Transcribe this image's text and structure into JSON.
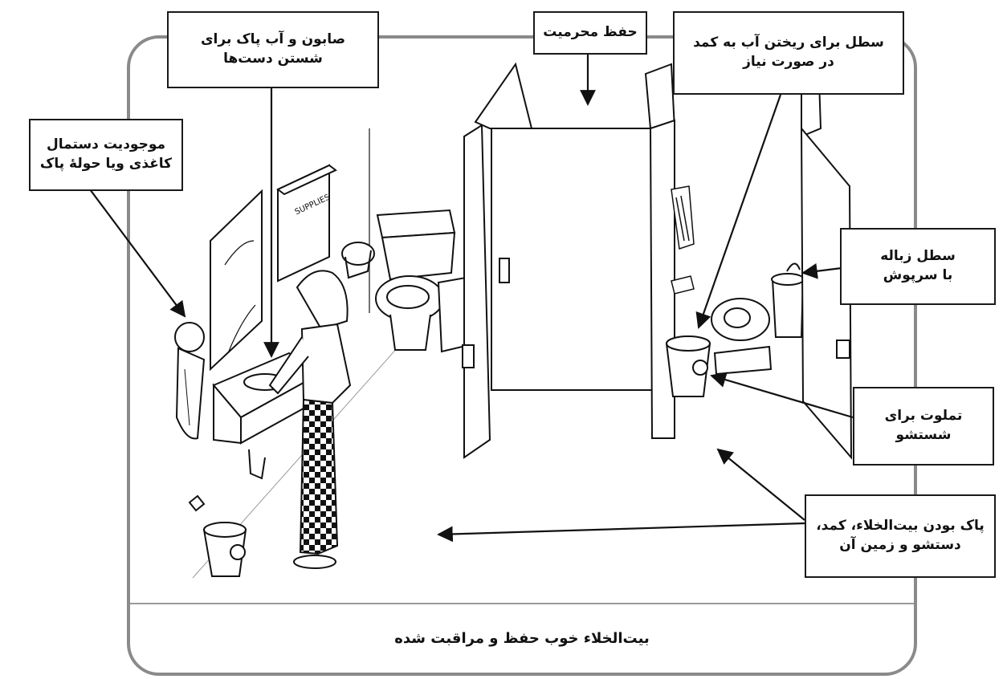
{
  "labels": {
    "privacy": "حفظ محرمیت",
    "soap_water": "صابون و آب پاک برای\nشستن دست‌ها",
    "bucket_flush": "سطل برای ریختن آب به کمد\nدر صورت نیاز",
    "towel": "موجودیت دستمال\nکاغذی ویا حولهٔ پاک",
    "trash_bin": "سطل زباله\nبا سرپوش",
    "wash_pitcher": "تملوت برای\nشستشو",
    "clean": "پاک بودن بیت‌الخلاء، کمد،\nدستشو و زمین آن"
  },
  "caption": "بیت‌الخلاء خوب حفظ و مراقبت شده",
  "sign_text": "SUPPLIES"
}
